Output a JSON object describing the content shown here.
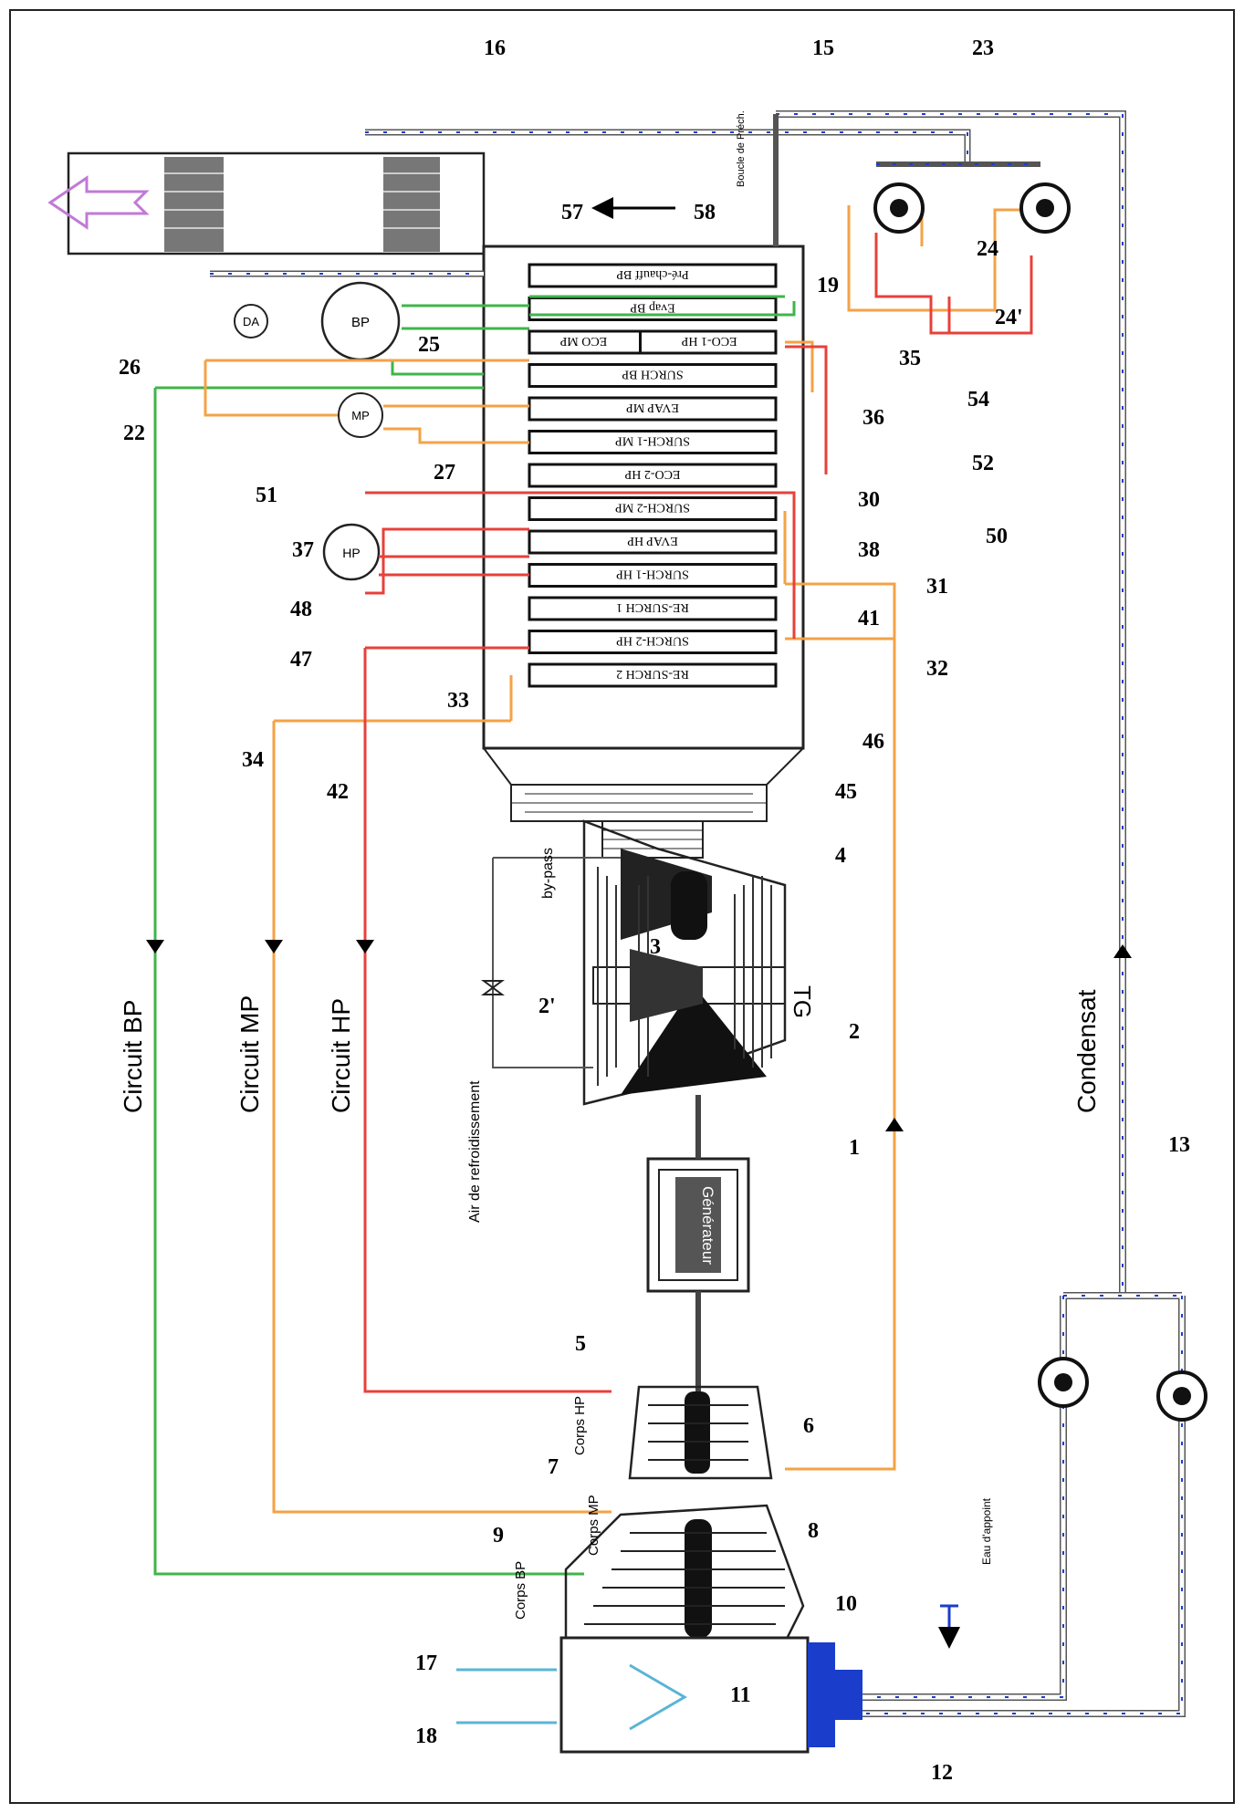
{
  "colors": {
    "hp": "#e8403a",
    "mp": "#f4a246",
    "bp": "#3fb54a",
    "condensate": "#1a3dcc",
    "cooling_water": "#5ab4d6",
    "frame": "#222222",
    "exhaust_arrow": "#c07ad6"
  },
  "circuits": {
    "bp": "Circuit BP",
    "mp": "Circuit MP",
    "hp": "Circuit HP",
    "condensat": "Condensat"
  },
  "hrsg_modules": [
    "Pré-chauff BP",
    "Evap BP",
    "ECO MP",
    "ECO-1 HP",
    "SURCH BP",
    "EVAP MP",
    "SURCH-1 MP",
    "ECO-2 HP",
    "SURCH-2 MP",
    "EVAP HP",
    "SURCH-1 HP",
    "RE-SURCH 1",
    "SURCH-2 HP",
    "RE-SURCH 2"
  ],
  "drums": {
    "da": "DA",
    "bp": "BP",
    "mp": "MP",
    "hp": "HP"
  },
  "labels": {
    "tg": "TG",
    "bypass": "by-pass",
    "cooling_air": "Air de refroidissement",
    "generator": "Générateur",
    "corps_hp": "Corps HP",
    "corps_mp": "Corps MP",
    "corps_bp": "Corps BP",
    "makeup_water": "Eau d'appoint",
    "boucle": "Boucle de Préch."
  },
  "points": {
    "p1": "1",
    "p2": "2",
    "p2p": "2'",
    "p3": "3",
    "p4": "4",
    "p5": "5",
    "p6": "6",
    "p7": "7",
    "p8": "8",
    "p9": "9",
    "p10": "10",
    "p11": "11",
    "p12": "12",
    "p13": "13",
    "p15": "15",
    "p16": "16",
    "p17": "17",
    "p18": "18",
    "p19": "19",
    "p22": "22",
    "p23": "23",
    "p24": "24",
    "p24p": "24'",
    "p25": "25",
    "p26": "26",
    "p27": "27",
    "p30": "30",
    "p31": "31",
    "p32": "32",
    "p33": "33",
    "p34": "34",
    "p35": "35",
    "p36": "36",
    "p37": "37",
    "p38": "38",
    "p41": "41",
    "p42": "42",
    "p45": "45",
    "p46": "46",
    "p47": "47",
    "p48": "48",
    "p50": "50",
    "p51": "51",
    "p52": "52",
    "p54": "54",
    "p57": "57",
    "p58": "58"
  }
}
